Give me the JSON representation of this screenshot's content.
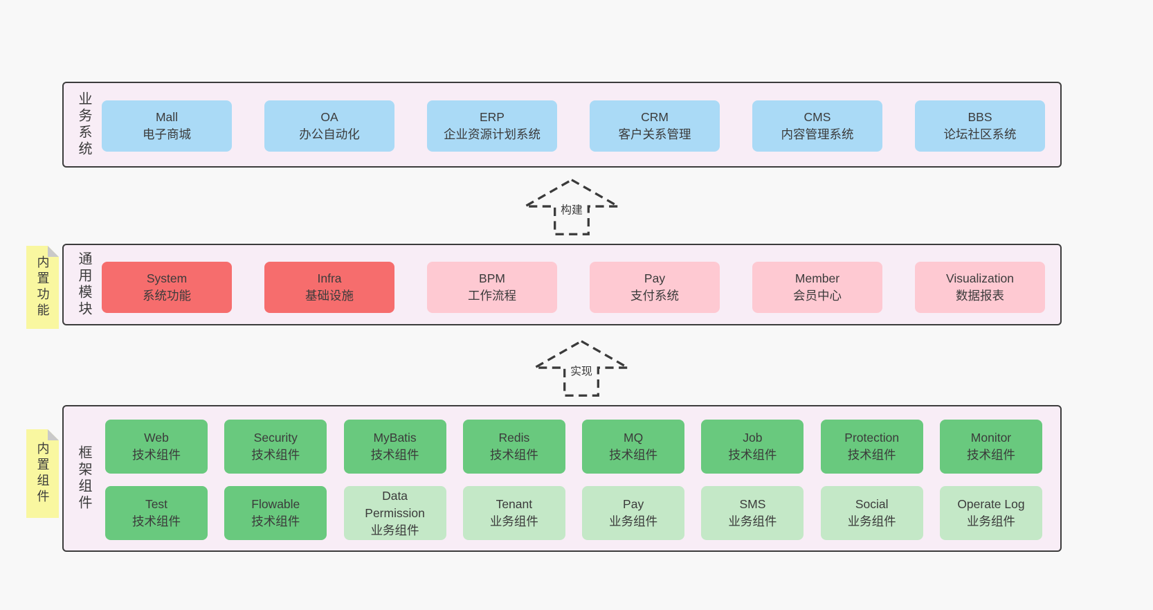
{
  "canvas": {
    "background": "#f8f8f8"
  },
  "colors": {
    "container_bg": "#f8edf6",
    "container_border": "#3c3c3c",
    "box_blue": "#aadaf6",
    "box_red": "#f66d6d",
    "box_pink": "#fec9d2",
    "box_green_dark": "#69c97e",
    "box_green_light": "#c4e8c7",
    "sticky_yellow": "#f9f7a0",
    "sticky_fold_gray": "#c9c9c9",
    "text": "#3b3b3b"
  },
  "arrows": {
    "build": "构建",
    "implement": "实现"
  },
  "business_layer": {
    "label": "业务系统",
    "boxes": [
      {
        "name": "Mall",
        "desc": "电子商城"
      },
      {
        "name": "OA",
        "desc": "办公自动化"
      },
      {
        "name": "ERP",
        "desc": "企业资源计划系统"
      },
      {
        "name": "CRM",
        "desc": "客户关系管理"
      },
      {
        "name": "CMS",
        "desc": "内容管理系统"
      },
      {
        "name": "BBS",
        "desc": "论坛社区系统"
      }
    ]
  },
  "module_layer": {
    "label": "通用模块",
    "sticky": "内置功能",
    "boxes": [
      {
        "name": "System",
        "desc": "系统功能",
        "style": "red"
      },
      {
        "name": "Infra",
        "desc": "基础设施",
        "style": "red"
      },
      {
        "name": "BPM",
        "desc": "工作流程",
        "style": "pink"
      },
      {
        "name": "Pay",
        "desc": "支付系统",
        "style": "pink"
      },
      {
        "name": "Member",
        "desc": "会员中心",
        "style": "pink"
      },
      {
        "name": "Visualization",
        "desc": "数据报表",
        "style": "pink"
      }
    ]
  },
  "framework_layer": {
    "label": "框架组件",
    "sticky": "内置组件",
    "row1": [
      {
        "name": "Web",
        "desc": "技术组件",
        "style": "green-dark"
      },
      {
        "name": "Security",
        "desc": "技术组件",
        "style": "green-dark"
      },
      {
        "name": "MyBatis",
        "desc": "技术组件",
        "style": "green-dark"
      },
      {
        "name": "Redis",
        "desc": "技术组件",
        "style": "green-dark"
      },
      {
        "name": "MQ",
        "desc": "技术组件",
        "style": "green-dark"
      },
      {
        "name": "Job",
        "desc": "技术组件",
        "style": "green-dark"
      },
      {
        "name": "Protection",
        "desc": "技术组件",
        "style": "green-dark"
      },
      {
        "name": "Monitor",
        "desc": "技术组件",
        "style": "green-dark"
      }
    ],
    "row2": [
      {
        "name": "Test",
        "desc": "技术组件",
        "style": "green-dark"
      },
      {
        "name": "Flowable",
        "desc": "技术组件",
        "style": "green-dark"
      },
      {
        "name": "Data Permission",
        "desc": "业务组件",
        "style": "green-light"
      },
      {
        "name": "Tenant",
        "desc": "业务组件",
        "style": "green-light"
      },
      {
        "name": "Pay",
        "desc": "业务组件",
        "style": "green-light"
      },
      {
        "name": "SMS",
        "desc": "业务组件",
        "style": "green-light"
      },
      {
        "name": "Social",
        "desc": "业务组件",
        "style": "green-light"
      },
      {
        "name": "Operate Log",
        "desc": "业务组件",
        "style": "green-light"
      }
    ]
  }
}
